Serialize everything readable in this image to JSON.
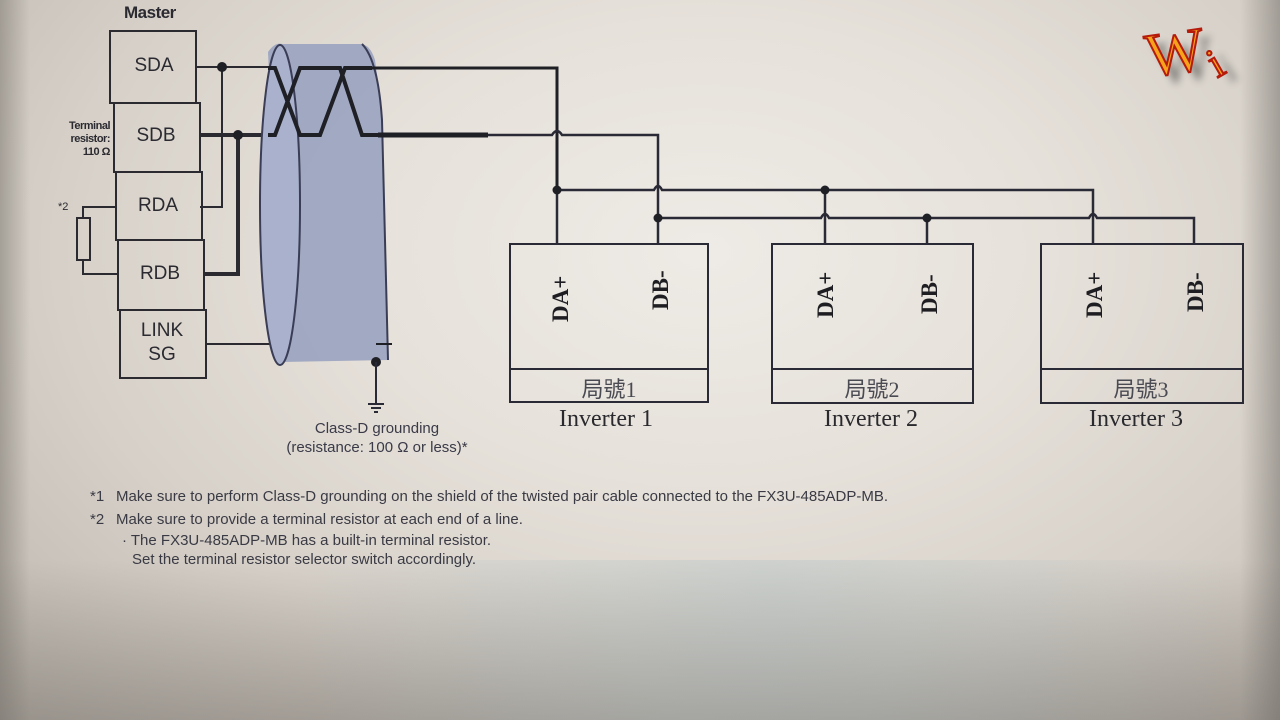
{
  "master": {
    "title": "Master",
    "terminals": [
      "SDA",
      "SDB",
      "RDA",
      "RDB",
      "LINK",
      "SG"
    ],
    "terminal_resistor_label": [
      "Terminal",
      "resistor:",
      "110 Ω"
    ],
    "note_marker": "*2"
  },
  "cable": {
    "type": "twisted pair (shielded)",
    "ground_label_line1": "Class-D grounding",
    "ground_label_line2": "(resistance: 100 Ω or less)*"
  },
  "inverters": [
    {
      "pin_a": "DA+",
      "pin_b": "DB-",
      "station": "局號1",
      "name": "Inverter 1"
    },
    {
      "pin_a": "DA+",
      "pin_b": "DB-",
      "station": "局號2",
      "name": "Inverter 2"
    },
    {
      "pin_a": "DA+",
      "pin_b": "DB-",
      "station": "局號3",
      "name": "Inverter 3"
    }
  ],
  "notes": [
    {
      "marker": "*1",
      "text": "Make sure to perform Class-D grounding on the shield of the twisted pair cable connected to the FX3U-485ADP-MB."
    },
    {
      "marker": "*2",
      "text": "Make sure to provide a terminal resistor at each end of a line."
    }
  ],
  "sub_notes": [
    "· The FX3U-485ADP-MB has a built-in terminal resistor.",
    "Set the terminal resistor selector switch accordingly."
  ],
  "watermark": {
    "text_main": "W",
    "text_tail": "i"
  },
  "colors": {
    "line": "#1f1f26",
    "shield": "#9aa3c0",
    "logo_fill": "#f6a21a",
    "logo_stroke": "#b51a0a"
  }
}
